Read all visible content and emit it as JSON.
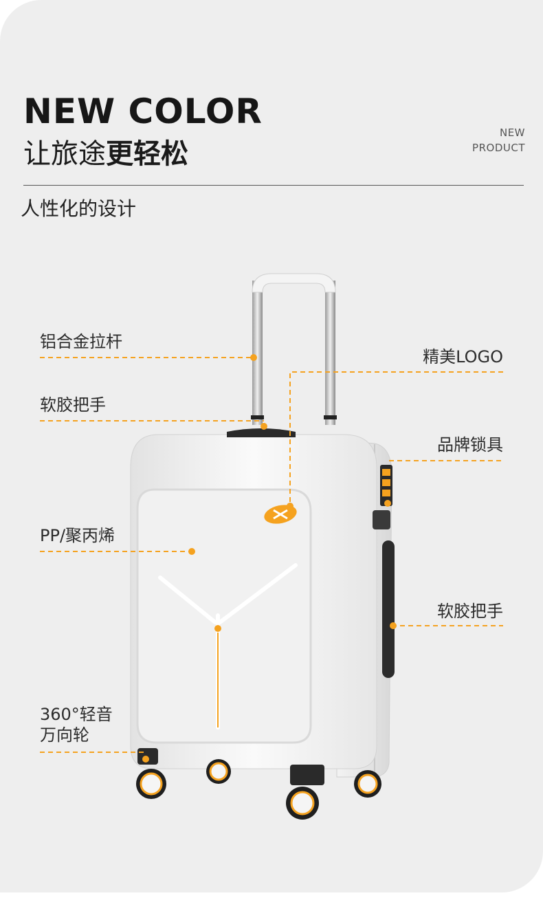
{
  "header": {
    "headline": "NEW COLOR",
    "subhead_regular": "让旅途",
    "subhead_bold": "更轻松",
    "tag_line1": "NEW",
    "tag_line2": "PRODUCT"
  },
  "section_title": "人性化的设计",
  "callouts": {
    "left": [
      "铝合金拉杆",
      "软胶把手",
      "PP/聚丙烯",
      "360°轻音",
      "万向轮"
    ],
    "right": [
      "精美LOGO",
      "品牌锁具",
      "软胶把手"
    ]
  },
  "colors": {
    "accent": "#f5a21f",
    "background": "#eeeeee",
    "text": "#1a1a1a"
  }
}
